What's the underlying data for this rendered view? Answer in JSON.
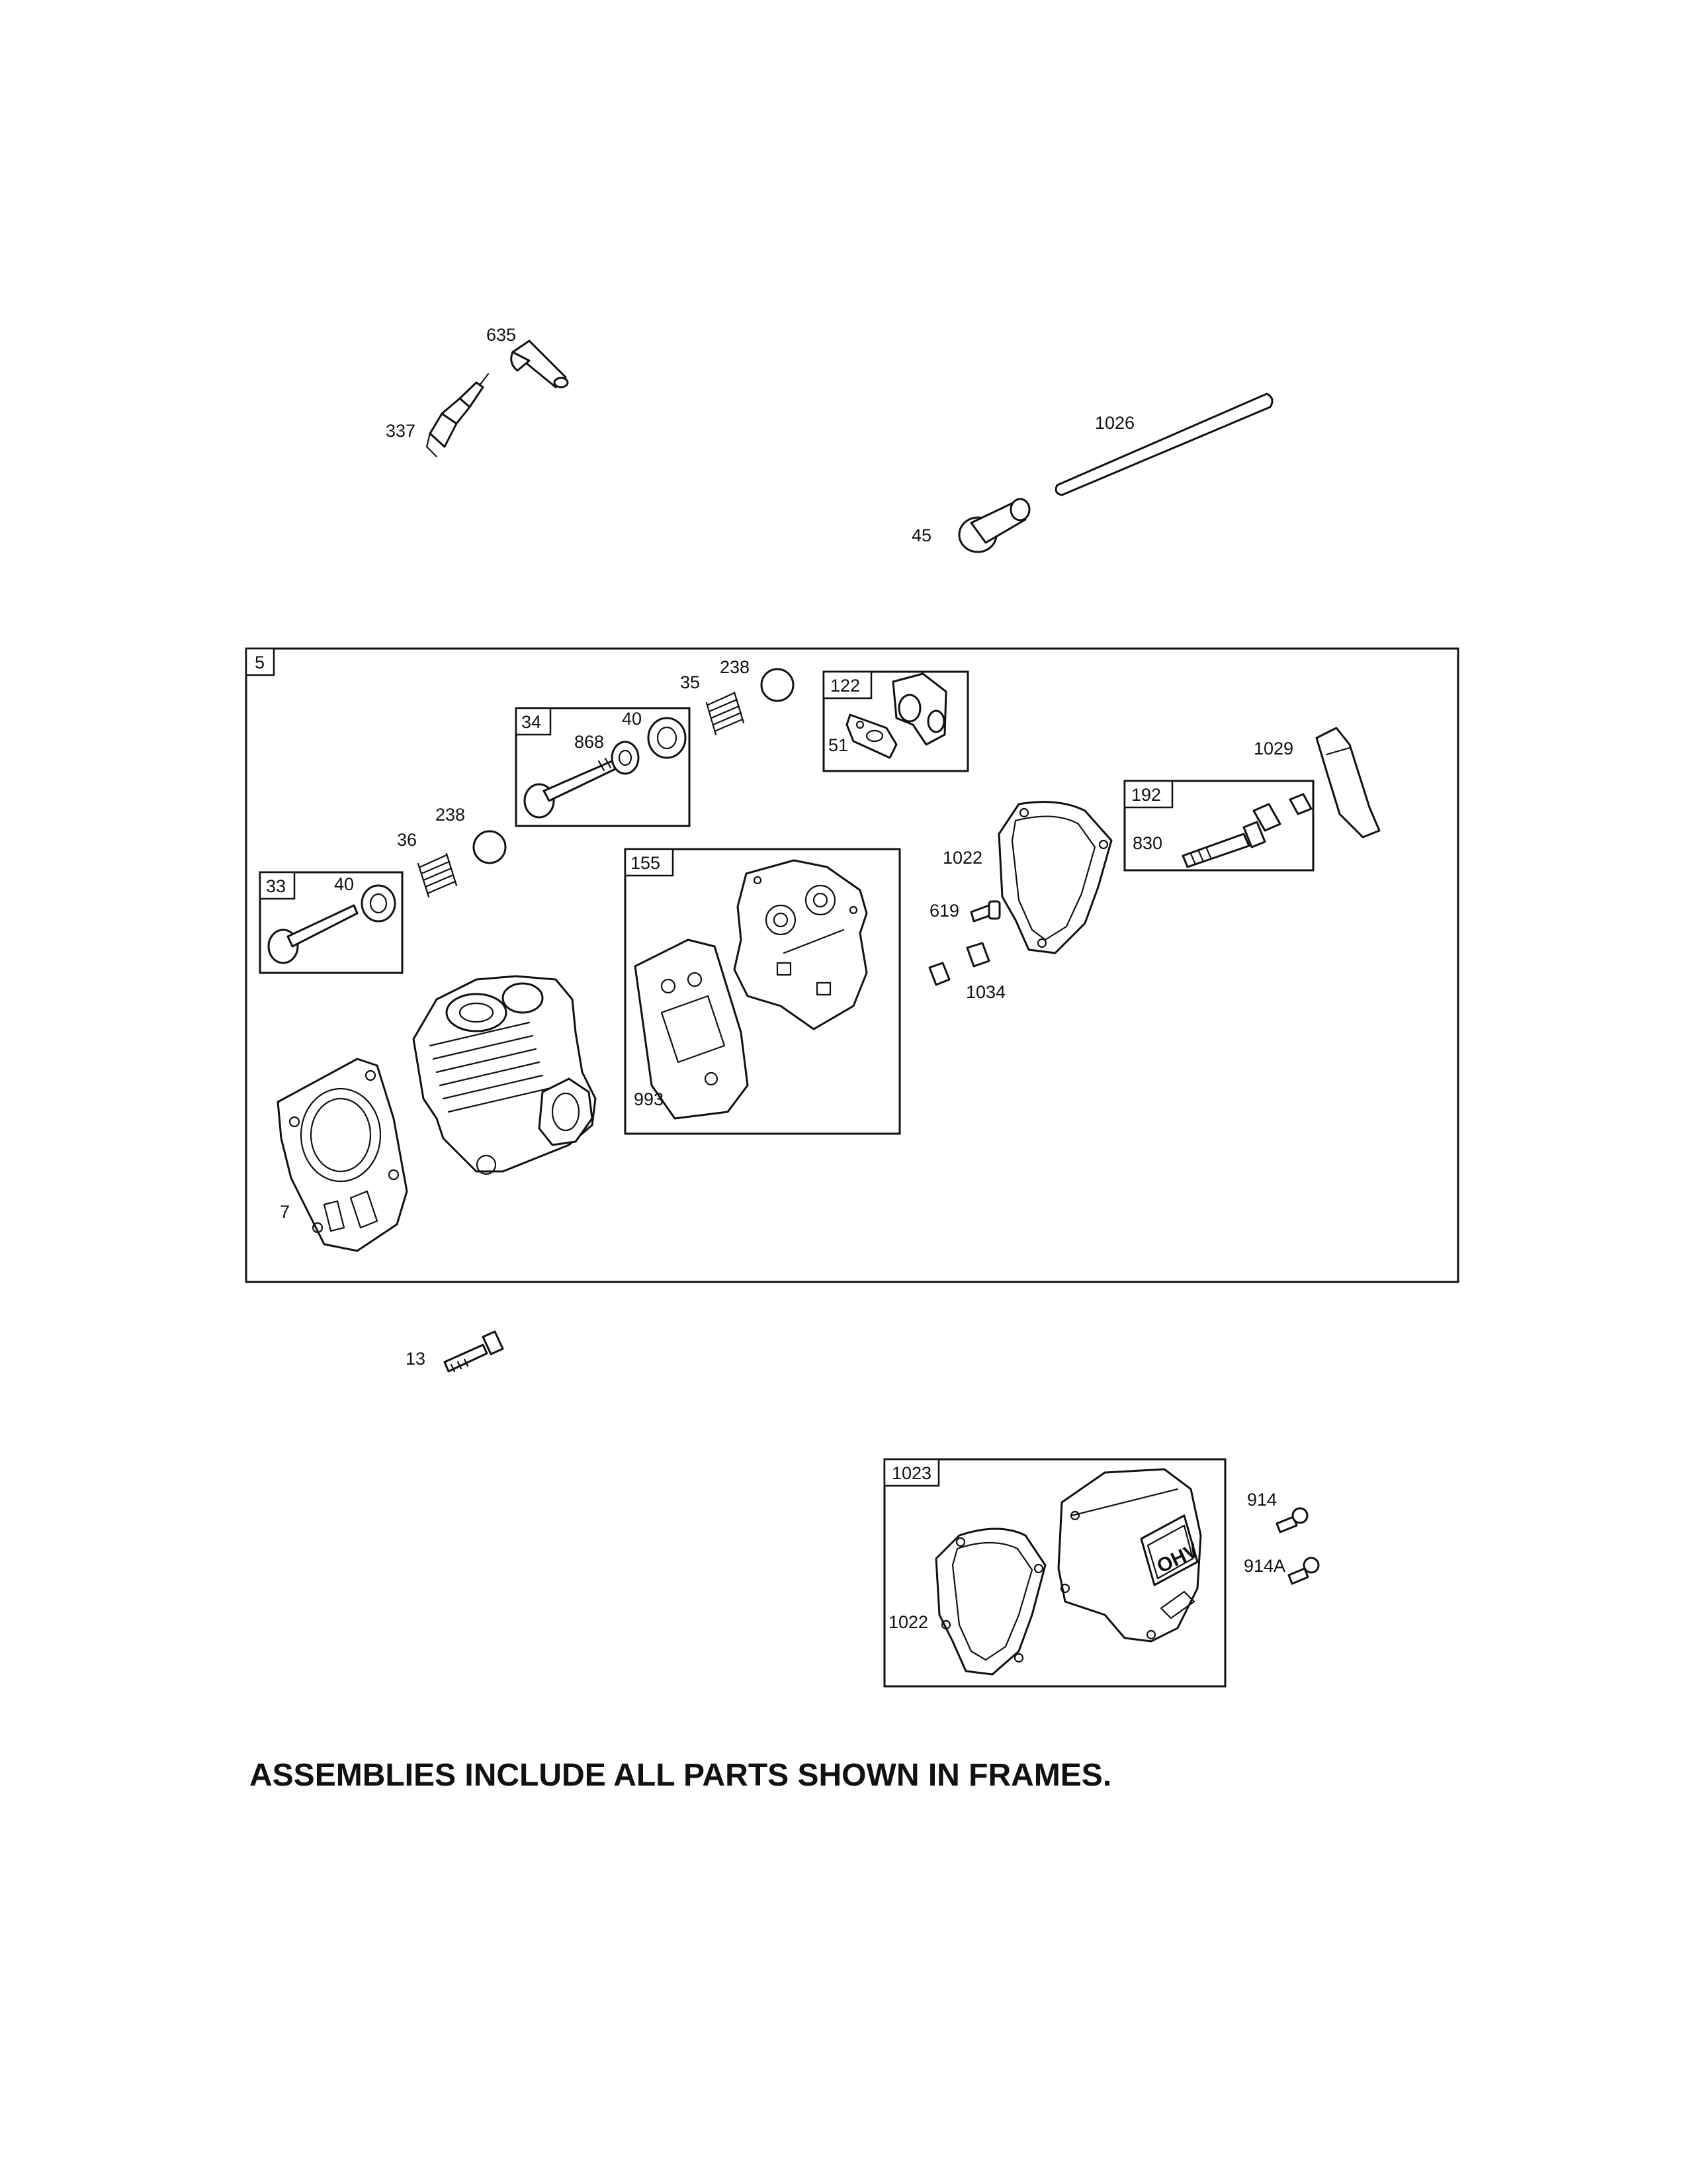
{
  "frames": {
    "f5": "5",
    "f122": "122",
    "f34": "34",
    "f33": "33",
    "f155": "155",
    "f192": "192",
    "f1023": "1023"
  },
  "labels": {
    "p635": "635",
    "p337": "337",
    "p1026": "1026",
    "p45": "45",
    "p238a": "238",
    "p35": "35",
    "p51": "51",
    "p868": "868",
    "p40a": "40",
    "p238b": "238",
    "p36": "36",
    "p40b": "40",
    "p1029": "1029",
    "p830": "830",
    "p1022a": "1022",
    "p619": "619",
    "p1034": "1034",
    "p993": "993",
    "p7": "7",
    "p13": "13",
    "p914": "914",
    "p914a": "914A",
    "p1022b": "1022"
  },
  "note": "ASSEMBLIES INCLUDE ALL PARTS SHOWN IN FRAMES."
}
